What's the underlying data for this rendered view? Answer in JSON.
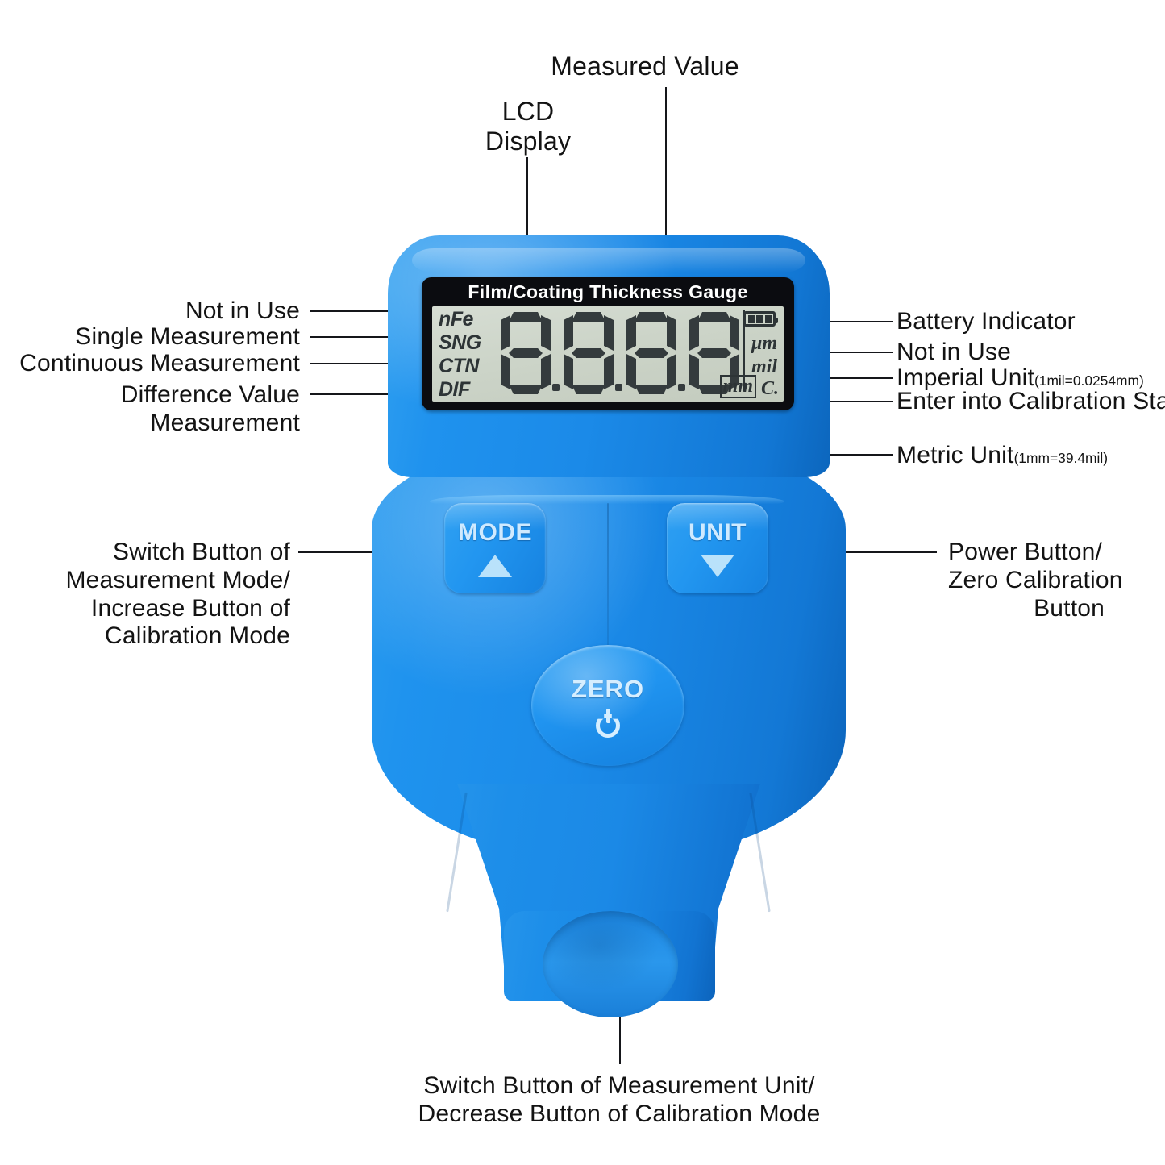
{
  "product": {
    "bezel_title": "Film/Coating Thickness Gauge",
    "body_color": "#1b8ae8",
    "bezel_color": "#0b0c10",
    "lcd_color": "#ccd4c8",
    "leader_color": "#15161a",
    "dot_color": "#e0241f"
  },
  "lcd": {
    "mode_flags": [
      "nFe",
      "SNG",
      "CTN",
      "DIF"
    ],
    "digits": [
      "8",
      "8",
      "8",
      "8"
    ],
    "decimal_points": 3,
    "battery_bars": 3,
    "units": {
      "micrometer": "μm",
      "mil": "mil",
      "millimeter": "mm",
      "calibration": "C."
    }
  },
  "buttons": {
    "mode": {
      "label": "MODE",
      "arrow": "triangle-up-icon"
    },
    "unit": {
      "label": "UNIT",
      "arrow": "triangle-down-icon"
    },
    "zero": {
      "label": "ZERO",
      "icon": "power-icon"
    }
  },
  "callouts": {
    "lcd_display": "LCD\nDisplay",
    "lcd_display_l1": "LCD",
    "lcd_display_l2": "Display",
    "measured_value": "Measured Value",
    "not_in_use_left": "Not in Use",
    "single_measurement": "Single Measurement",
    "continuous_measurement": "Continuous Measurement",
    "difference_value_l1": "Difference Value",
    "difference_value_l2": "Measurement",
    "battery_indicator": "Battery Indicator",
    "not_in_use_right": "Not in Use",
    "imperial_unit": "Imperial Unit",
    "imperial_unit_sub": "(1mil=0.0254mm)",
    "enter_calibration": "Enter into Calibration State",
    "metric_unit": "Metric Unit",
    "metric_unit_sub": "(1mm=39.4mil)",
    "mode_button_l1": "Switch Button of",
    "mode_button_l2": "Measurement Mode/",
    "mode_button_l3": "Increase Button of",
    "mode_button_l4": "Calibration Mode",
    "power_button_l1": "Power Button/",
    "power_button_l2": "Zero Calibration",
    "power_button_l3": "Button",
    "unit_button_l1": "Switch Button of Measurement Unit/",
    "unit_button_l2": "Decrease Button of Calibration Mode"
  }
}
